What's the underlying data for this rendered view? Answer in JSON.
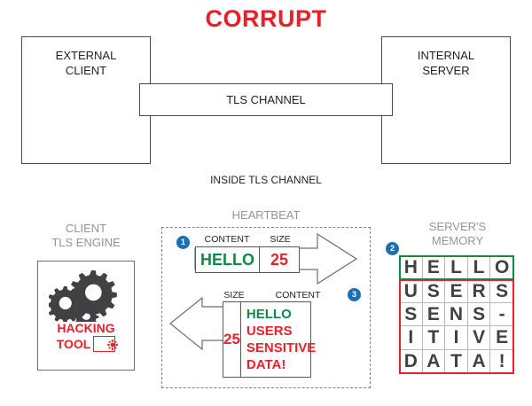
{
  "title": "CORRUPT",
  "accent_colors": {
    "alert_red": "#e8202a",
    "safe_green": "#0f8a45",
    "badge_blue": "#1a6fb5",
    "heading_grey": "#939598",
    "outline_grey": "#58595b"
  },
  "top_diagram": {
    "external_client_label": "EXTERNAL\nCLIENT",
    "external_client_line1": "EXTERNAL",
    "external_client_line2": "CLIENT",
    "internal_server_line1": "INTERNAL",
    "internal_server_line2": "SERVER",
    "tls_channel_label": "TLS CHANNEL",
    "inside_tls_label": "INSIDE TLS CHANNEL"
  },
  "client_engine": {
    "heading_line1": "CLIENT",
    "heading_line2": "TLS ENGINE",
    "hacking_label": "HACKING",
    "tool_label": "TOOL",
    "icon_gears": "gears-icon",
    "icon_tool": "tool-gear-icon"
  },
  "heartbeat": {
    "heading": "HEARTBEAT",
    "request": {
      "badge": "1",
      "header_content": "CONTENT",
      "header_size": "SIZE",
      "content_value": "HELLO",
      "size_value": "25",
      "direction": "right"
    },
    "response": {
      "badge": "3",
      "header_size": "SIZE",
      "header_content": "CONTENT",
      "size_value": "25",
      "content_lines": [
        {
          "text": "HELLO",
          "color": "green"
        },
        {
          "text": "USERS",
          "color": "red"
        },
        {
          "text": "SENSITIVE",
          "color": "red"
        },
        {
          "text": "DATA!",
          "color": "red"
        }
      ],
      "direction": "left"
    }
  },
  "server_memory": {
    "badge": "2",
    "heading_line1": "SERVER'S",
    "heading_line2": "MEMORY",
    "rows": [
      [
        "H",
        "E",
        "L",
        "L",
        "O"
      ],
      [
        "U",
        "S",
        "E",
        "R",
        "S"
      ],
      [
        "S",
        "E",
        "N",
        "S",
        "-"
      ],
      [
        "I",
        "T",
        "I",
        "V",
        "E"
      ],
      [
        "D",
        "A",
        "T",
        "A",
        "!"
      ]
    ],
    "green_outline_rows": 1,
    "red_outline_rows": 4
  }
}
